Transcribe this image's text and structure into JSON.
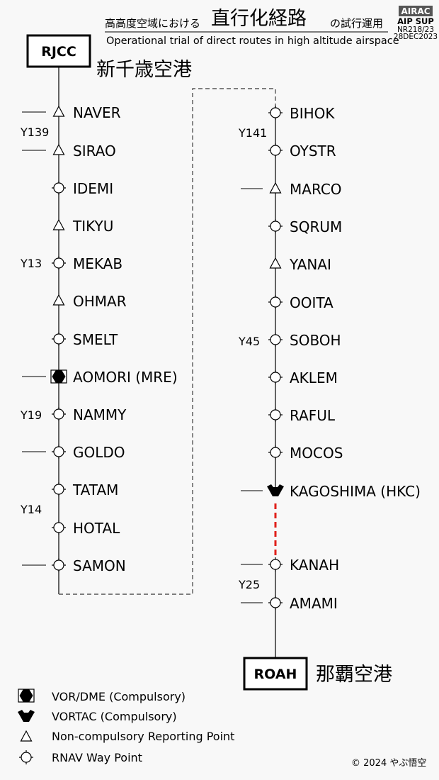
{
  "header": {
    "title_jp_prefix": "高高度空域における",
    "title_jp_main": "直行化経路",
    "title_jp_suffix": "の試行運用",
    "title_en": "Operational trial of direct routes in high altitude airspace",
    "airac_label": "AIRAC",
    "sup_label": "AIP SUP",
    "sup_number": "NR218/23",
    "sup_date": "28DEC2023"
  },
  "origin": {
    "code": "RJCC",
    "name": "新千歳空港"
  },
  "destination": {
    "code": "ROAH",
    "name": "那覇空港"
  },
  "left_column": {
    "waypoints": [
      {
        "name": "NAVER",
        "symbol": "triangle",
        "tick": true
      },
      {
        "name": "SIRAO",
        "symbol": "triangle",
        "tick": true
      },
      {
        "name": "IDEMI",
        "symbol": "rnav",
        "tick": false
      },
      {
        "name": "TIKYU",
        "symbol": "triangle",
        "tick": false
      },
      {
        "name": "MEKAB",
        "symbol": "rnav",
        "tick": false
      },
      {
        "name": "OHMAR",
        "symbol": "triangle",
        "tick": false
      },
      {
        "name": "SMELT",
        "symbol": "rnav",
        "tick": false
      },
      {
        "name": "AOMORI (MRE)",
        "symbol": "vordme",
        "tick": true
      },
      {
        "name": "NAMMY",
        "symbol": "rnav",
        "tick": false
      },
      {
        "name": "GOLDO",
        "symbol": "rnav",
        "tick": true
      },
      {
        "name": "TATAM",
        "symbol": "rnav",
        "tick": false
      },
      {
        "name": "HOTAL",
        "symbol": "rnav",
        "tick": false
      },
      {
        "name": "SAMON",
        "symbol": "rnav",
        "tick": true
      }
    ],
    "routes": [
      "Y139",
      "Y13",
      "Y19",
      "Y14"
    ]
  },
  "right_column": {
    "waypoints": [
      {
        "name": "BIHOK",
        "symbol": "rnav",
        "tick": false
      },
      {
        "name": "OYSTR",
        "symbol": "rnav",
        "tick": false
      },
      {
        "name": "MARCO",
        "symbol": "triangle",
        "tick": true
      },
      {
        "name": "SQRUM",
        "symbol": "rnav",
        "tick": false
      },
      {
        "name": "YANAI",
        "symbol": "triangle",
        "tick": false
      },
      {
        "name": "OOITA",
        "symbol": "rnav",
        "tick": false
      },
      {
        "name": "SOBOH",
        "symbol": "rnav",
        "tick": false
      },
      {
        "name": "AKLEM",
        "symbol": "rnav",
        "tick": false
      },
      {
        "name": "RAFUL",
        "symbol": "rnav",
        "tick": false
      },
      {
        "name": "MOCOS",
        "symbol": "rnav",
        "tick": false
      },
      {
        "name": "KAGOSHIMA (HKC)",
        "symbol": "vortac",
        "tick": true
      },
      {
        "name": "KANAH",
        "symbol": "rnav",
        "tick": true
      },
      {
        "name": "AMAMI",
        "symbol": "rnav",
        "tick": true
      }
    ],
    "routes": [
      "Y141",
      "Y45",
      "Y25"
    ],
    "highlight_color": "#e0201a"
  },
  "legend": [
    {
      "symbol": "vordme",
      "label": "VOR/DME (Compulsory)"
    },
    {
      "symbol": "vortac",
      "label": "VORTAC (Compulsory)"
    },
    {
      "symbol": "triangle",
      "label": "Non-compulsory Reporting Point"
    },
    {
      "symbol": "rnav",
      "label": "RNAV Way Point"
    }
  ],
  "copyright": "© 2024 やぶ悟空"
}
